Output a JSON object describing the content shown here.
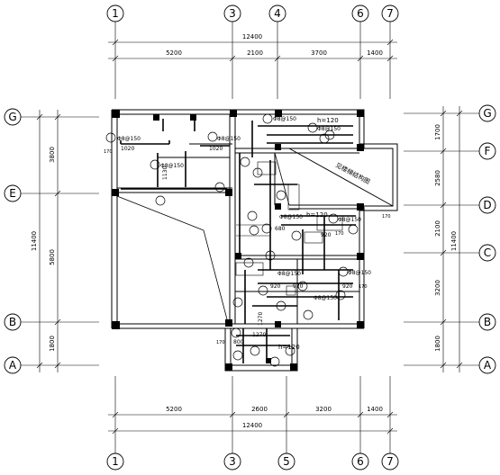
{
  "top_axes": [
    "1",
    "3",
    "4",
    "6",
    "7"
  ],
  "bottom_axes": [
    "1",
    "3",
    "5",
    "6",
    "7"
  ],
  "left_axes": [
    "G",
    "E",
    "B",
    "A"
  ],
  "right_axes": [
    "G",
    "F",
    "D",
    "C",
    "B",
    "A"
  ],
  "top_dims": [
    "5200",
    "2100",
    "3700",
    "1400"
  ],
  "top_total": "12400",
  "bottom_dims": [
    "5200",
    "2600",
    "3200",
    "1400"
  ],
  "bottom_total": "12400",
  "left_dims": [
    "3800",
    "5800",
    "1800"
  ],
  "left_total": "11400",
  "right_dims": [
    "1700",
    "2580",
    "2100",
    "3200",
    "1800"
  ],
  "right_total": "11400",
  "annotations": {
    "stair_label": "见楼梯结构图",
    "h120_a": "h=120",
    "h120_b": "h=120",
    "h120_c": "h=120",
    "rebar_a": "Φ8@150",
    "rebar_b": "Φ8@150",
    "rebar_c": "Φ8@150",
    "rebar_d": "Φ8@150",
    "rebar_e": "Φ8@150",
    "rebar_f": "Φ8@150",
    "rebar_g": "Φ8@150",
    "rebar_h": "Φ8@150",
    "rebar_i": "Φ8@150",
    "rebar_j": "Φ8@150",
    "len_1020a": "1020",
    "len_1020b": "1020",
    "len_1130": "1130",
    "len_920a": "920",
    "len_920b": "920",
    "len_920c": "920",
    "len_920d": "920",
    "len_680": "680",
    "len_1270a": "1270",
    "len_1270b": "1270",
    "len_800": "800",
    "len_170a": "170",
    "len_170b": "170",
    "len_170c": "170",
    "len_170d": "170",
    "len_170e": "170"
  }
}
